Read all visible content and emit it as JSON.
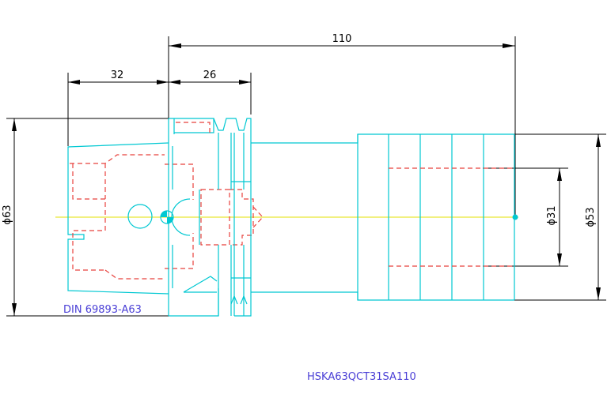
{
  "dimensions": {
    "total_length": "110",
    "flange_length": "32",
    "groove_length": "26",
    "flange_diameter": "ϕ63",
    "bore_diameter": "ϕ31",
    "sleeve_diameter": "ϕ53"
  },
  "labels": {
    "standard": "DIN 69893-A63",
    "part_number": "HSKA63QCT31SA110"
  },
  "colors": {
    "outline": "#00c8d2",
    "hidden_lines": "#e8413c",
    "centerline": "#e3e000",
    "dimensions": "#000000",
    "labels": "#4b40d6"
  }
}
